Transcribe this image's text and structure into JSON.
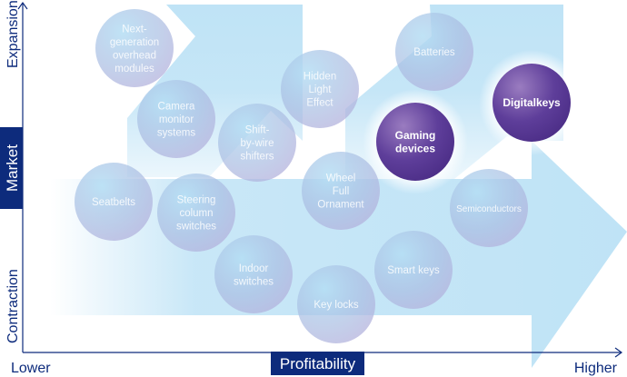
{
  "axes": {
    "y_title": "Market",
    "y_top": "Expansion",
    "y_bottom": "Contraction",
    "x_title": "Profitability",
    "x_left": "Lower",
    "x_right": "Higher"
  },
  "colors": {
    "navy": "#0d2b7c",
    "arrow": "#bfe3f6",
    "bubble_light": "#a9d8f2",
    "bubble_lavender": "#c6c0e2",
    "highlight_purple": "#5a3b95"
  },
  "bubbles": [
    {
      "lines": [
        "Next-",
        "generation",
        "overhead",
        "modules"
      ],
      "highlight": false
    },
    {
      "lines": [
        "Camera",
        "monitor",
        "systems"
      ],
      "highlight": false
    },
    {
      "lines": [
        "Hidden",
        "Light",
        "Effect"
      ],
      "highlight": false
    },
    {
      "lines": [
        "Shift-",
        "by-wire",
        "shifters"
      ],
      "highlight": false
    },
    {
      "lines": [
        "Batteries"
      ],
      "highlight": false
    },
    {
      "lines": [
        "Gaming",
        "devices"
      ],
      "highlight": true
    },
    {
      "lines": [
        "Digitalkeys"
      ],
      "highlight": true
    },
    {
      "lines": [
        "Seatbelts"
      ],
      "highlight": false
    },
    {
      "lines": [
        "Steering",
        "column",
        "switches"
      ],
      "highlight": false
    },
    {
      "lines": [
        "Wheel",
        "Full",
        "Ornament"
      ],
      "highlight": false
    },
    {
      "lines": [
        "Semiconductors"
      ],
      "highlight": false
    },
    {
      "lines": [
        "Indoor",
        "switches"
      ],
      "highlight": false
    },
    {
      "lines": [
        "Smart keys"
      ],
      "highlight": false
    },
    {
      "lines": [
        "Key locks"
      ],
      "highlight": false
    }
  ]
}
